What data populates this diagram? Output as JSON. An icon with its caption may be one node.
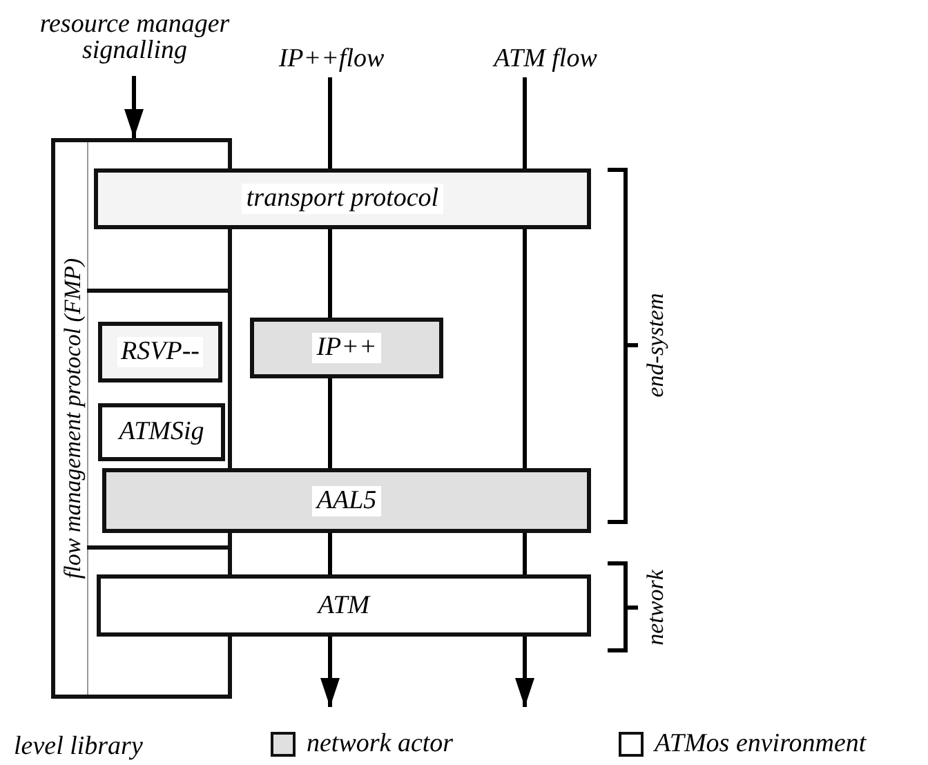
{
  "diagram": {
    "nodes": [
      {
        "text": [
          "resource manager signalling"
        ]
      },
      {
        "text": [
          "IP++flow"
        ]
      },
      {
        "text": [
          "ATM flow"
        ]
      },
      {
        "text": [
          "flow management protocol (FMP)"
        ]
      },
      {
        "text": [
          "transport protocol"
        ]
      },
      {
        "text": [
          "RSVP--"
        ],
        "in": 3
      },
      {
        "text": [
          "IP++"
        ]
      },
      {
        "text": [
          "ATMSig"
        ],
        "in": 3
      },
      {
        "text": [
          "AAL5"
        ]
      },
      {
        "text": [
          "ATM"
        ]
      }
    ],
    "edges": [
      {
        "from": 0,
        "to": 3,
        "arrow": "to"
      },
      {
        "from": 1,
        "to": null,
        "arrow": "to"
      },
      {
        "from": 2,
        "to": null,
        "arrow": "to"
      }
    ],
    "labels": [
      "end-system",
      "network",
      "level library"
    ],
    "legend": [
      {
        "text": "network actor",
        "color": "#e0e0e0"
      },
      {
        "text": "ATMos environment",
        "color": "#ffffff"
      }
    ]
  }
}
